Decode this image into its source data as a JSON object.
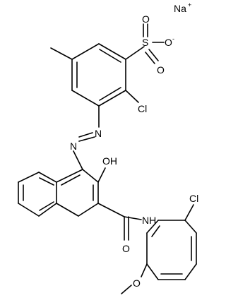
{
  "structure": {
    "atoms": {
      "na": "Na",
      "na_charge": "+",
      "s": "S",
      "o_top": "O",
      "o_right": "O",
      "o_right_charge": "-",
      "o_bottom": "O",
      "cl_top": "Cl",
      "n_azo1": "N",
      "n_azo2": "N",
      "oh": "OH",
      "nh": "NH",
      "cl_bottom": "Cl",
      "o_carbonyl": "O",
      "o_methoxy": "O"
    }
  }
}
